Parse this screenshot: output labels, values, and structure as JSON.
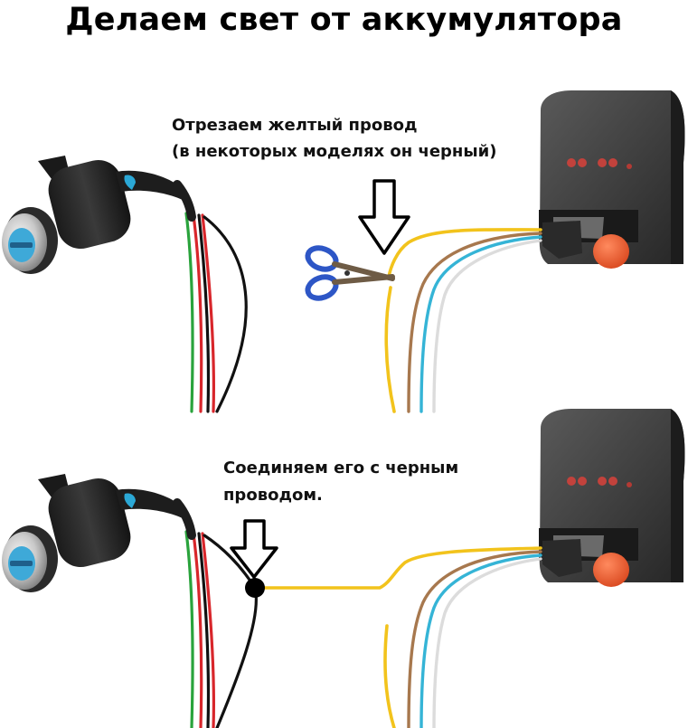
{
  "title": "Делаем свет от аккумулятора",
  "step1": {
    "caption_line1": "Отрезаем желтый провод",
    "caption_line2": "(в некоторых моделях он черный)"
  },
  "step2": {
    "caption_line1": "Соединяем его с черным",
    "caption_line2": "проводом."
  },
  "colors": {
    "wire_yellow": "#f2c31c",
    "wire_brown": "#a7784e",
    "wire_cyan": "#35b4d6",
    "wire_white": "#dcdcdc",
    "wire_green": "#2aa33c",
    "wire_red": "#d8262b",
    "wire_black": "#111111",
    "switch_button": "#ef5a2f",
    "scissors_handle": "#2d56c6"
  }
}
